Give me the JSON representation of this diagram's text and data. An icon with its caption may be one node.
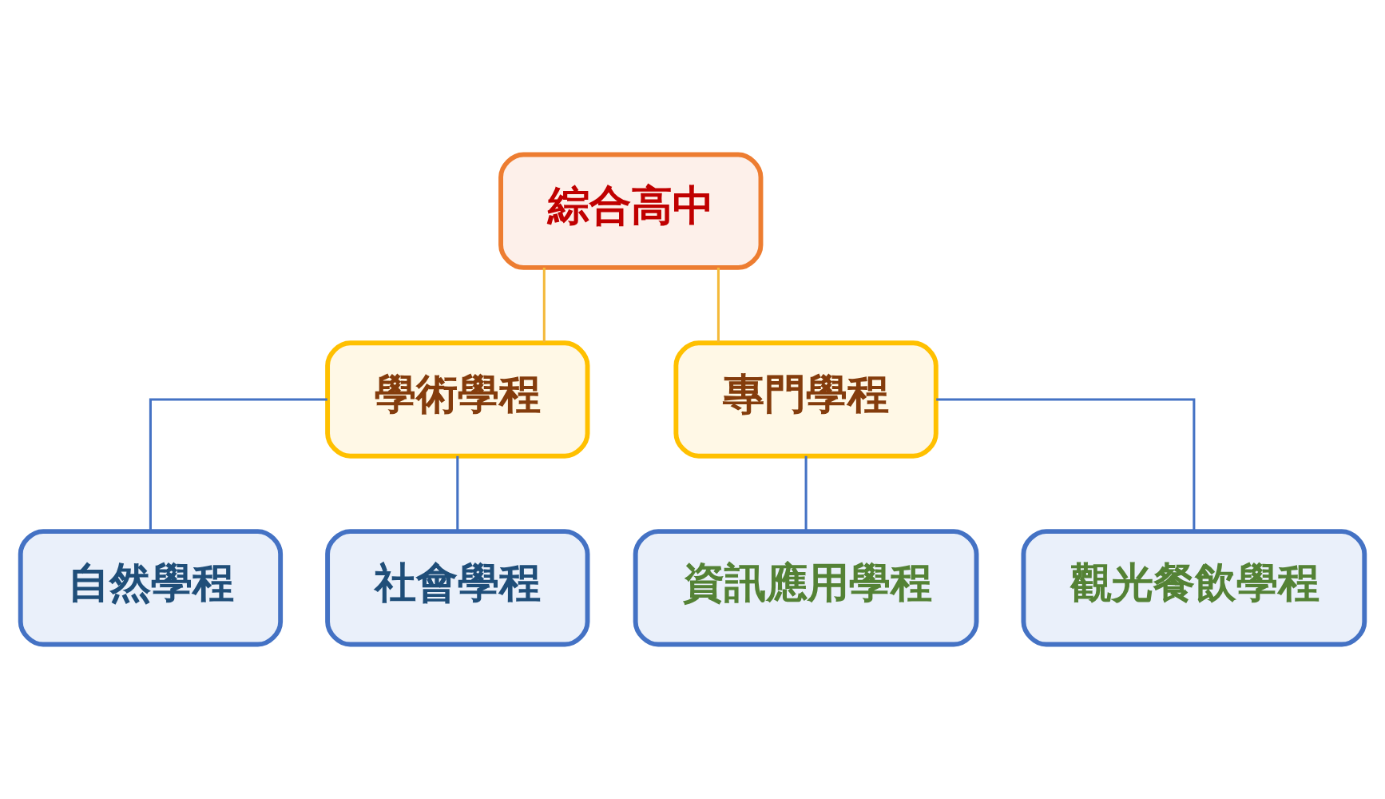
{
  "diagram": {
    "nodes": [
      {
        "text": [
          "綜合高中"
        ]
      },
      {
        "text": [
          "學術學程"
        ]
      },
      {
        "text": [
          "專門學程"
        ]
      },
      {
        "text": [
          "自然學程"
        ]
      },
      {
        "text": [
          "社會學程"
        ]
      },
      {
        "text": [
          "資訊應用學程"
        ]
      },
      {
        "text": [
          "觀光餐飲學程"
        ]
      }
    ],
    "edges": [
      {
        "from": 0,
        "to": 1,
        "arrow": "none",
        "color": "#f4b93a"
      },
      {
        "from": 0,
        "to": 2,
        "arrow": "none",
        "color": "#f4b93a"
      },
      {
        "from": 1,
        "to": 3,
        "arrow": "none"
      },
      {
        "from": 1,
        "to": 4,
        "arrow": "none"
      },
      {
        "from": 2,
        "to": 5,
        "arrow": "none"
      },
      {
        "from": 2,
        "to": 6,
        "arrow": "none"
      }
    ]
  }
}
